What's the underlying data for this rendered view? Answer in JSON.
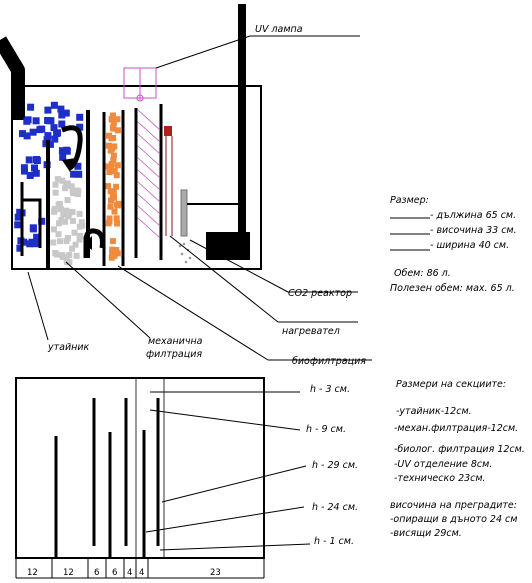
{
  "labels": {
    "uv_lamp": "UV лампа",
    "co2_reactor": "CO2 реактор",
    "heater": "нагревател",
    "biofiltration": "биофилтрация",
    "mech_filtration_line1": "механична",
    "mech_filtration_line2": "филтрация",
    "overflow": "утайник"
  },
  "dimensions": {
    "title": "Размер:",
    "length": "- дължина 65 см.",
    "height": "- височина 33 см.",
    "width": "- ширина    40 см.",
    "volume": "Обем: 86 л.",
    "useful_volume": "Полезен обем: мах. 65 л."
  },
  "sections": {
    "title": "Размери на секциите:",
    "items": [
      "-утайник-12см.",
      "-механ.филтрация-12см.",
      "-биолог. филтрация 12см.",
      "-UV отделение  8см.",
      "-техническо  23см."
    ]
  },
  "baffles": {
    "title": "височина на преградите:",
    "items": [
      "-опиращи в дъното 24 см",
      "-висящи  29см."
    ]
  },
  "heights": [
    "h - 3 см.",
    "h - 9 см.",
    "h - 29 см.",
    "h - 24 см.",
    "h - 1 см."
  ],
  "section_widths": [
    "12",
    "12",
    "6",
    "6",
    "4",
    "4",
    "23"
  ],
  "colors": {
    "blue_media": "#1e2fc8",
    "orange_media": "#f08a3c",
    "grey_media": "#c8c8c8",
    "uv_lamp": "#c850c8",
    "heater_tip": "#b02020"
  }
}
